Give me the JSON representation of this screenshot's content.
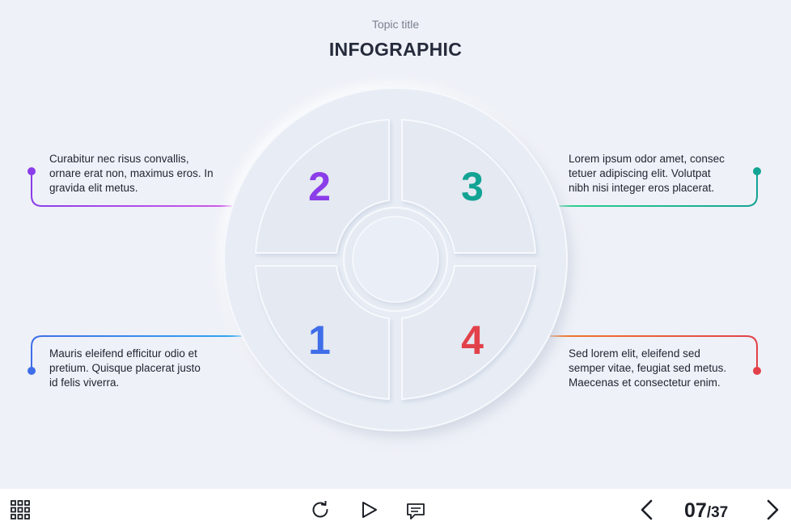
{
  "header": {
    "topic": "Topic title",
    "title": "INFOGRAPHIC"
  },
  "segments": [
    {
      "number": "1",
      "color": "#3f6ee8",
      "text_lines": [
        "Mauris eleifend efficitur odio et",
        "pretium. Quisque placerat justo",
        "id felis viverra."
      ]
    },
    {
      "number": "2",
      "color": "#8a3de8",
      "text_lines": [
        "Curabitur nec risus convallis,",
        "ornare erat non, maximus eros. In",
        "gravida elit metus."
      ]
    },
    {
      "number": "3",
      "color": "#12a394",
      "text_lines": [
        "Lorem ipsum odor amet, consec",
        "tetuer adipiscing elit. Volutpat",
        "nibh nisi integer eros placerat."
      ]
    },
    {
      "number": "4",
      "color": "#e2414a",
      "text_lines": [
        "Sed lorem elit, eleifend sed",
        "semper vitae, feugiat sed metus.",
        "Maecenas et consectetur enim."
      ]
    }
  ],
  "line_colors": {
    "seg1": [
      "#3f6ee8",
      "#2fa8f0"
    ],
    "seg2": [
      "#8a3de8",
      "#d15ae8"
    ],
    "seg3": [
      "#12a394",
      "#2fd08e"
    ],
    "seg4": [
      "#e2414a",
      "#f07a2a"
    ]
  },
  "toolbar": {
    "menu_icon": "grid-menu-icon",
    "replay_icon": "replay-icon",
    "play_icon": "play-icon",
    "notes_icon": "comment-icon",
    "prev_icon": "chevron-left-icon",
    "next_icon": "chevron-right-icon",
    "current_page": "07",
    "total_pages": "/37"
  }
}
